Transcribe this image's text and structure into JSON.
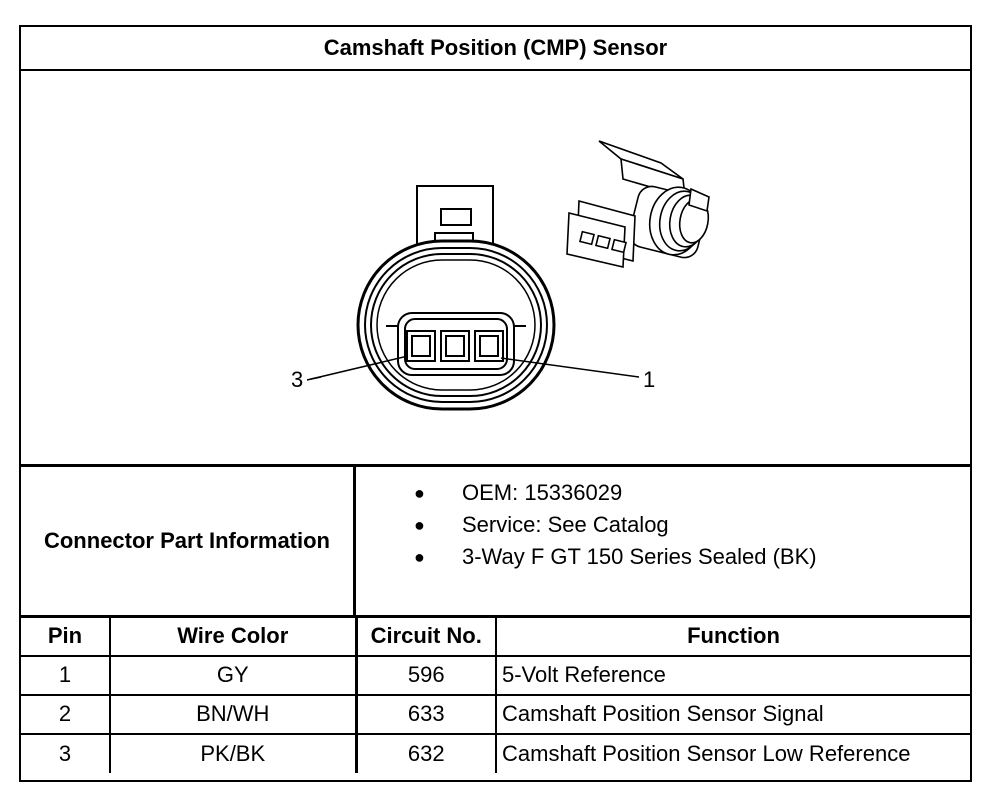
{
  "title": "Camshaft Position (CMP) Sensor",
  "figure": {
    "pin_label_left": "3",
    "pin_label_right": "1"
  },
  "connector_info": {
    "label": "Connector Part Information",
    "items": [
      "OEM: 15336029",
      "Service: See Catalog",
      "3-Way F GT 150 Series Sealed (BK)"
    ]
  },
  "pin_table": {
    "headers": [
      "Pin",
      "Wire Color",
      "Circuit No.",
      "Function"
    ],
    "rows": [
      [
        "1",
        "GY",
        "596",
        "5-Volt Reference"
      ],
      [
        "2",
        "BN/WH",
        "633",
        "Camshaft Position Sensor Signal"
      ],
      [
        "3",
        "PK/BK",
        "632",
        "Camshaft Position Sensor Low Reference"
      ]
    ]
  }
}
